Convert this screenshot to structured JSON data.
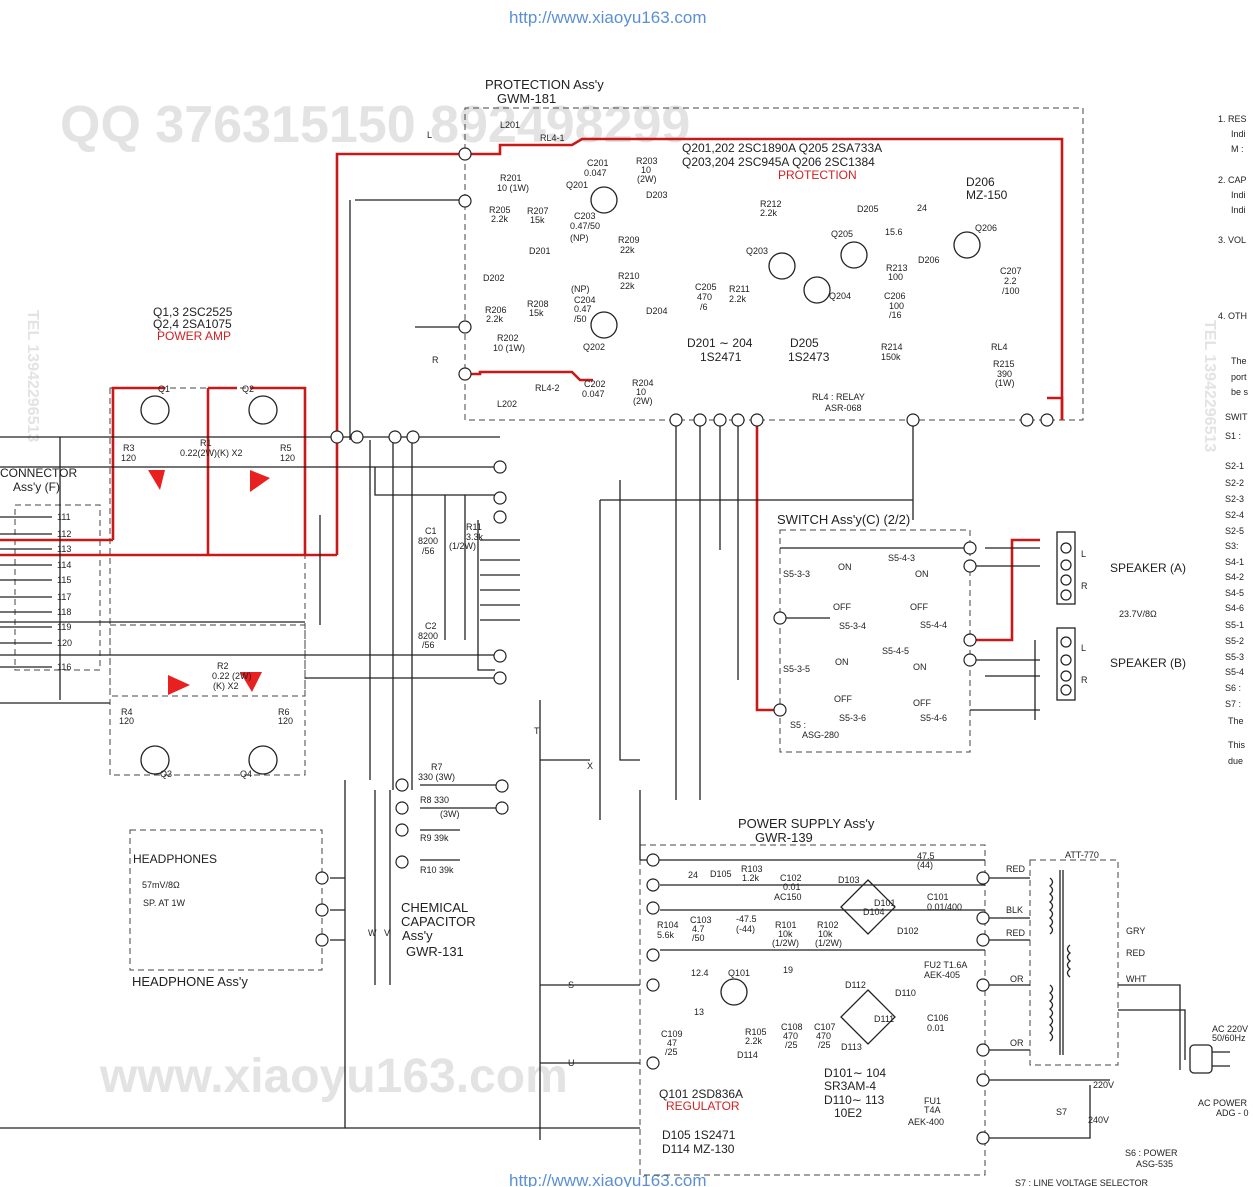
{
  "header": {
    "url_top": "http://www.xiaoyu163.com",
    "url_bottom": "http://www.xiaoyu163.com"
  },
  "watermarks": {
    "qq": "QQ 376315150   892498299",
    "www": "www.xiaoyu163.com",
    "tel_left": "TEL 13942296513",
    "tel_right": "TEL 13942296513"
  },
  "protection": {
    "title": "PROTECTION Ass'y",
    "code": "GWM-181",
    "q_list_1": "Q201,202   2SC1890A      Q205    2SA733A",
    "q_list_2": "Q203,204   2SC945A       Q206    2SC1384",
    "q_caption": "PROTECTION",
    "d206_label": "D206",
    "d206_part": "MZ-150",
    "d201_label": "D201 ∼ 204",
    "d201_part": "1S2471",
    "d205_label": "D205",
    "d205_part": "1S2473",
    "relay_label": "RL4 : RELAY",
    "relay_part": "ASR-068",
    "parts": {
      "L201": "L201",
      "L202": "L202",
      "RL41": "RL4-1",
      "RL42": "RL4-2",
      "C201": "C201",
      "C201v": "0.047",
      "C202": "C202",
      "C202v": "0.047",
      "R201": "R201",
      "R201v": "10 (1W)",
      "R202": "R202",
      "R202v": "10 (1W)",
      "R203": "R203",
      "R203v": "10",
      "R203w": "(2W)",
      "R204": "R204",
      "R204v": "10",
      "R204w": "(2W)",
      "R205": "R205",
      "R205v": "2.2k",
      "R206": "R206",
      "R206v": "2.2k",
      "R207": "R207",
      "R207v": "15k",
      "R208": "R208",
      "R208v": "15k",
      "C203": "C203",
      "C203v": "0.47/50",
      "C203n": "(NP)",
      "C204": "C204",
      "C204v": "0.47",
      "C204w": "/50",
      "C204n": "(NP)",
      "R209": "R209",
      "R209v": "22k",
      "R210": "R210",
      "R210v": "22k",
      "Q201": "Q201",
      "Q202": "Q202",
      "Q203": "Q203",
      "Q204": "Q204",
      "Q205": "Q205",
      "Q206": "Q206",
      "D201": "D201",
      "D202": "D202",
      "D203": "D203",
      "D204": "D204",
      "D205": "D205",
      "D206": "D206",
      "R211": "R211",
      "R211v": "2.2k",
      "R212": "R212",
      "R212v": "2.2k",
      "R213": "R213",
      "R213v": "100",
      "R214": "R214",
      "R214v": "150k",
      "R215": "R215",
      "R215v": "390",
      "R215w": "(1W)",
      "C205": "C205",
      "C205v": "470",
      "C205w": "/6",
      "C206": "C206",
      "C206v": "100",
      "C206w": "/16",
      "C207": "C207",
      "C207v": "2.2",
      "C207w": "/100",
      "RL4": "RL4",
      "V24": "24",
      "V156": "15.6",
      "L": "L",
      "R": "R"
    }
  },
  "power_amp": {
    "q13": "Q1,3    2SC2525",
    "q24": "Q2,4    2SA1075",
    "caption": "POWER   AMP",
    "Q1": "Q1",
    "Q2": "Q2",
    "Q3": "Q3",
    "Q4": "Q4",
    "R1": "R1",
    "R1v": "0.22(2W)(K) X2",
    "R2": "R2",
    "R2v": "0.22 (2W)",
    "R2w": "(K) X2",
    "R3": "R3",
    "R3v": "120",
    "R4": "R4",
    "R4v": "120",
    "R5": "R5",
    "R5v": "120",
    "R6": "R6",
    "R6v": "120"
  },
  "connector": {
    "title": "CONNECTOR",
    "code": "Ass'y (F)",
    "pins": [
      "111",
      "112",
      "113",
      "114",
      "115",
      "117",
      "118",
      "119",
      "120",
      "116"
    ]
  },
  "mid": {
    "C1": "C1",
    "C1v": "8200",
    "C1w": "/56",
    "C2": "C2",
    "C2v": "8200",
    "C2w": "/56",
    "R11": "R11",
    "R11v": "3.3k",
    "R11w": "(1/2W)",
    "R7": "R7",
    "R7v": "330 (3W)",
    "R8": "R8  330",
    "R8w": "(3W)",
    "R9": "R9  39k",
    "R10": "R10  39k",
    "x_label": "X",
    "s_label": "S",
    "u_label": "U",
    "t_label": "T",
    "w_label": "W",
    "v_label": "V",
    "chem_1": "CHEMICAL",
    "chem_2": "CAPACITOR",
    "chem_3": "Ass'y",
    "chem_4": "GWR-131"
  },
  "headphones": {
    "title": "HEADPHONES",
    "imp": "57mV/8Ω",
    "sp": "SP. AT 1W",
    "assy": "HEADPHONE  Ass'y"
  },
  "switch": {
    "title": "SWITCH   Ass'y(C) (2/2)",
    "s5_label": "S5 :",
    "s5_part": "ASG-280",
    "on": "ON",
    "off": "OFF",
    "s533": "S5-3-3",
    "s534": "S5-3-4",
    "s535": "S5-3-5",
    "s536": "S5-3-6",
    "s543": "S5-4-3",
    "s544": "S5-4-4",
    "s545": "S5-4-5",
    "s546": "S5-4-6",
    "spk_a": "SPEAKER (A)",
    "spk_b": "SPEAKER (B)",
    "spk_rating": "23.7V/8Ω",
    "L": "L",
    "R": "R"
  },
  "power_supply": {
    "title": "POWER  SUPPLY  Ass'y",
    "code": "GWR-139",
    "v475": "47.5",
    "v44": "(44)",
    "v24": "24",
    "v124": "12.4",
    "v13": "13",
    "v19": "19",
    "vm475": "-47.5",
    "vm44": "(-44)",
    "D105": "D105",
    "R103": "R103",
    "R103v": "1.2k",
    "C102": "C102",
    "C102v": "0.01",
    "C102w": "AC150",
    "D103": "D103",
    "D101": "D101",
    "D104": "D104",
    "D102": "D102",
    "C101": "C101",
    "C101v": "0.01/400",
    "R104": "R104",
    "R104v": "5.6k",
    "C103": "C103",
    "C103v": "4.7",
    "C103w": "/50",
    "R101": "R101",
    "R101v": "10k",
    "R101w": "(1/2W)",
    "R102": "R102",
    "R102v": "10k",
    "R102w": "(1/2W)",
    "Q101": "Q101",
    "C109": "C109",
    "C109v": "47",
    "C109w": "/25",
    "R105": "R105",
    "R105v": "2.2k",
    "D114": "D114",
    "C108": "C108",
    "C108v": "470",
    "C108w": "/25",
    "C107": "C107",
    "C107v": "470",
    "C107w": "/25",
    "D112": "D112",
    "D110": "D110",
    "D111": "D111",
    "D113": "D113",
    "C106": "C106",
    "C106v": "0.01",
    "fu2": "FU2  T1.6A",
    "fu2p": "AEK-405",
    "fu1": "FU1",
    "fu1v": "T4A",
    "fu1p": "AEK-400",
    "d101_104": "D101∼ 104",
    "d101_104p": "SR3AM-4",
    "d110_113": "D110∼ 113",
    "d110_113p": "10E2",
    "q101_line": "Q101   2SD836A",
    "regulator": "REGULATOR",
    "d105_line": "D105    1S2471",
    "d114_line": "D114    MZ-130"
  },
  "transformer": {
    "att": "ATT-770",
    "red1": "RED",
    "blk": "BLK",
    "red2": "RED",
    "gry": "GRY",
    "red3": "RED",
    "wht": "WHT",
    "or1": "OR",
    "or2": "OR",
    "v220": "220V",
    "v240": "240V",
    "s7": "S7",
    "s6": "S6 : POWER",
    "s6p": "ASG-535",
    "ac_in": "AC 220V",
    "ac_hz": "50/60Hz",
    "ac_power": "AC  POWER",
    "ac_part": "ADG - 0",
    "s7_caption": "S7 :   LINE  VOLTAGE  SELECTOR"
  },
  "notes": {
    "n1": "1. RES",
    "n1a": "Indi",
    "n1b": "M :",
    "n2": "2. CAP",
    "n2a": "Indi",
    "n2b": "Indi",
    "n3": "3. VOL",
    "n4": "4. OTH",
    "n4a": "The",
    "n4b": "port",
    "n4c": "be s",
    "swit": "SWIT",
    "s1": "S1 :",
    "s2_1": "S2-1",
    "s2_2": "S2-2",
    "s2_3": "S2-3",
    "s2_4": "S2-4",
    "s2_5": "S2-5",
    "s3": "S3:",
    "s4_1": "S4-1",
    "s4_2": "S4-2",
    "s4_5": "S4-5",
    "s4_6": "S4-6",
    "s5_1": "S5-1",
    "s5_2": "S5-2",
    "s5_3": "S5-3",
    "s5_4": "S5-4",
    "s6": "S6 :",
    "s7": "S7 :",
    "the": "The",
    "this": "This",
    "due": "due"
  }
}
